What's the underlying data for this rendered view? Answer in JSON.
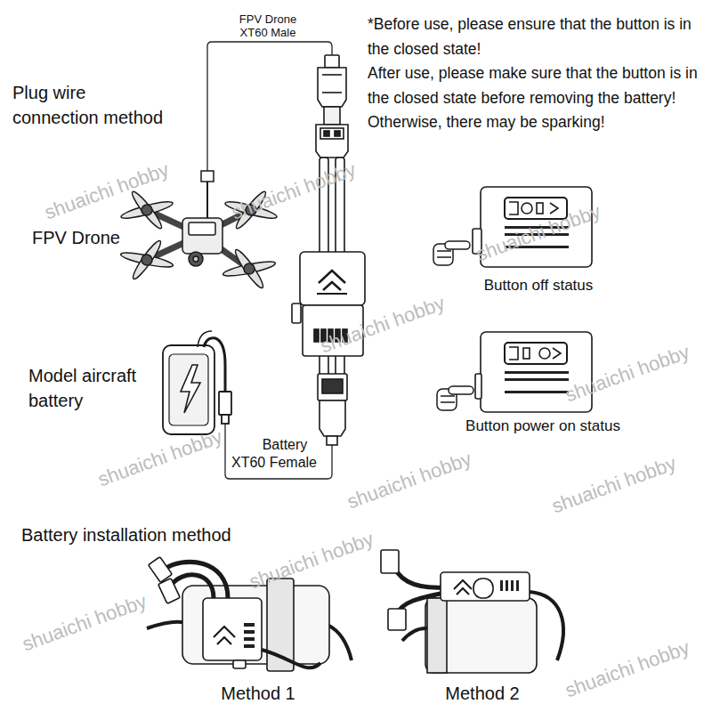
{
  "diagram": {
    "labels": [
      "FPV Drone XT60 Male",
      "*Before use, please ensure that the button is in the closed state!",
      "After use, please make sure that the button is in the closed state before removing the battery!",
      "Otherwise, there may be sparking!",
      "Plug wire connection method",
      "FPV Drone",
      "Button off status",
      "Model aircraft battery",
      "Button power on status",
      "Battery XT60 Female",
      "Battery installation method",
      "Method 1",
      "Method 2",
      "shuaichi hobby",
      "shuaichi hobby",
      "shuaichi hobby",
      "shuaichi hobby",
      "shuaichi hobby",
      "shuaichi hobby",
      "shuaichi hobby",
      "shuaichi hobby",
      "shuaichi hobby",
      "shuaichi hobby",
      "shuaichi hobby"
    ]
  }
}
